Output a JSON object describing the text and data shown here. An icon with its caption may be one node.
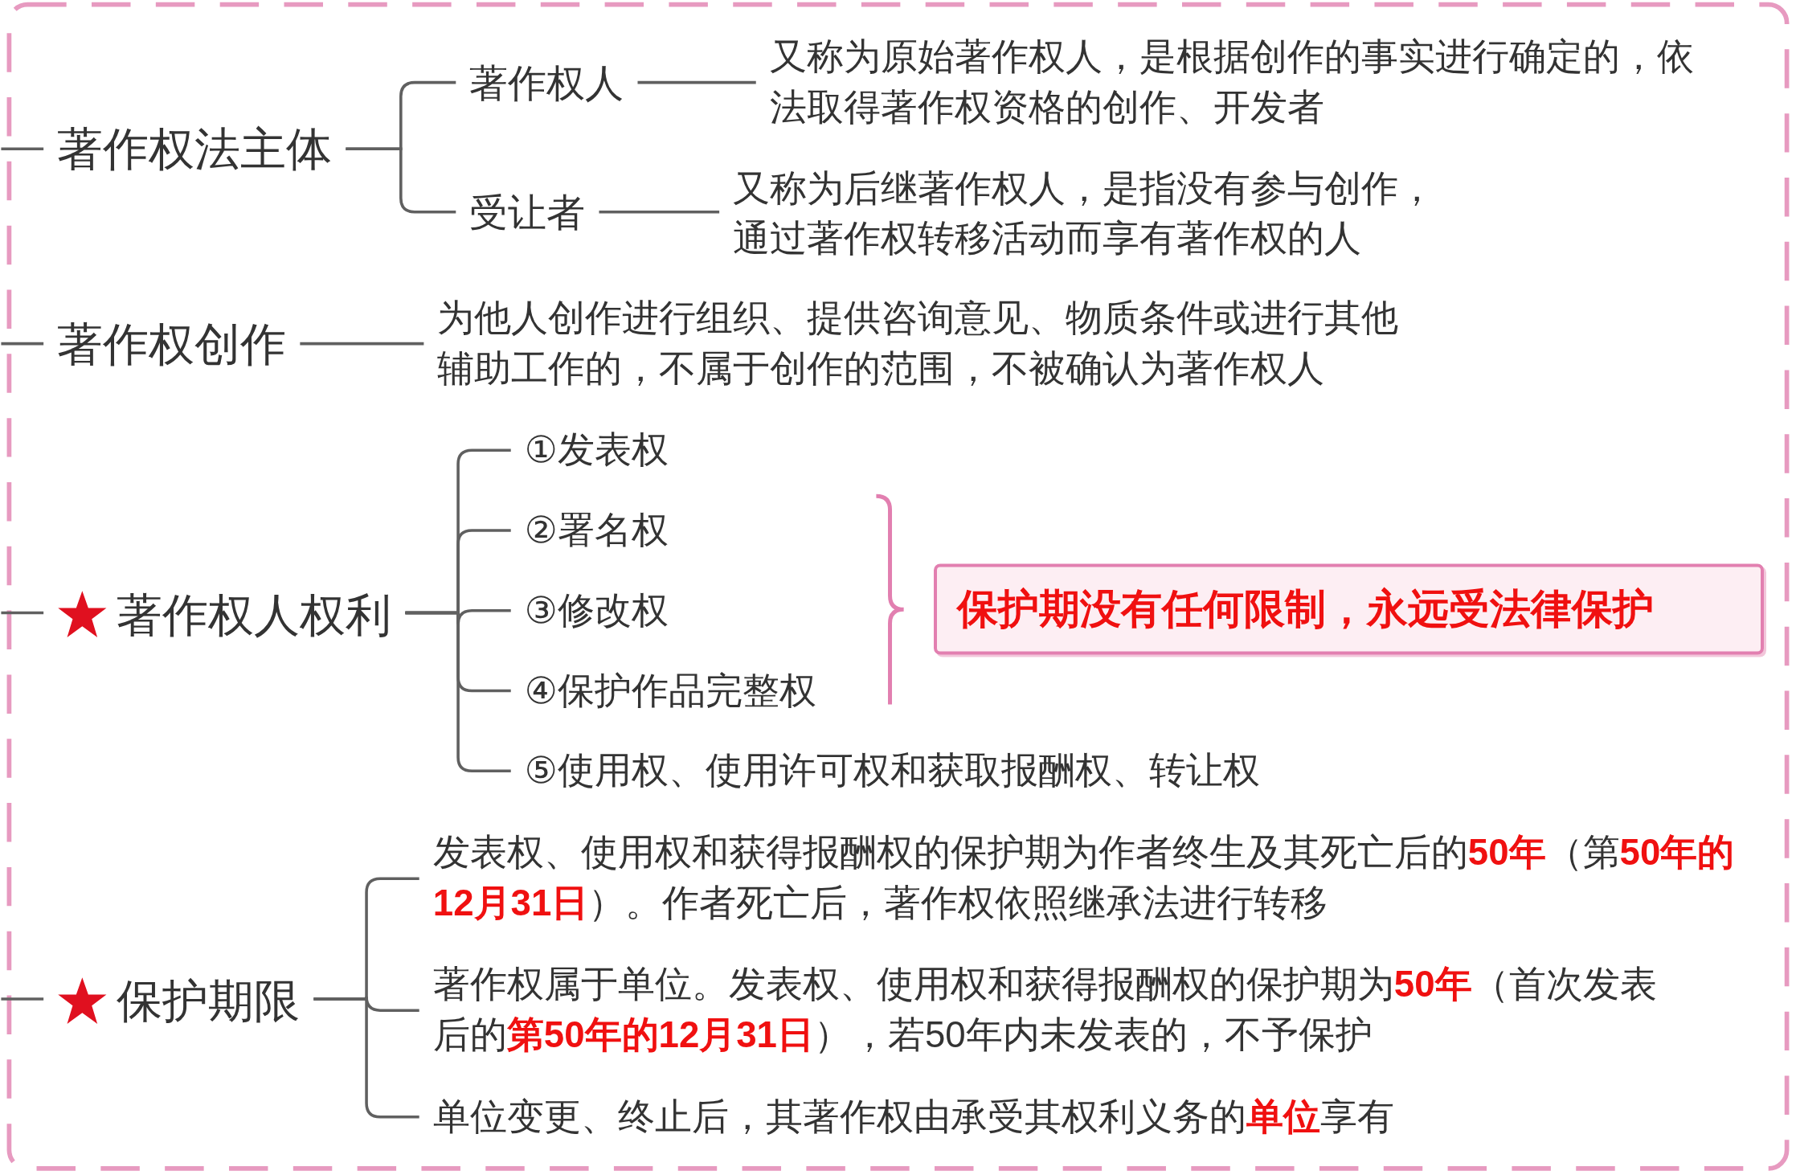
{
  "diagram": {
    "nodes": [
      {
        "text": [
          "著作权法主体"
        ]
      },
      {
        "text": [
          "著作权人"
        ]
      },
      {
        "text": [
          "又称为原始著作权人，是根据创作的事实进行确定的，依法取得著作权资格的创作、开发者"
        ]
      },
      {
        "text": [
          "受让者"
        ]
      },
      {
        "text": [
          "又称为后继著作权人，是指没有参与创作，通过著作权转移活动而享有著作权的人"
        ]
      },
      {
        "text": [
          "著作权创作"
        ]
      },
      {
        "text": [
          "为他人创作进行组织、提供咨询意见、物质条件或进行其他辅助工作的，不属于创作的范围，不被确认为著作权人"
        ]
      },
      {
        "text": [
          "著作权人权利"
        ]
      },
      {
        "text": [
          "①发表权"
        ]
      },
      {
        "text": [
          "②署名权"
        ]
      },
      {
        "text": [
          "③修改权"
        ]
      },
      {
        "text": [
          "④保护作品完整权"
        ]
      },
      {
        "text": [
          "⑤使用权、使用许可权和获取报酬权、转让权"
        ]
      },
      {
        "text": [
          "保护期没有任何限制，永远受法律保护"
        ]
      },
      {
        "text": [
          "保护期限"
        ]
      },
      {
        "text": [
          "发表权、使用权和获得报酬权的保护期为作者终生及其死亡后的**50年**（第**50年的12月31日**）。作者死亡后，著作权依照继承法进行转移"
        ]
      },
      {
        "text": [
          "著作权属于单位。发表权、使用权和获得报酬权的保护期为**50年**（首次发表后的**第50年的12月31日**），若50年内未发表的，不予保护"
        ]
      },
      {
        "text": [
          "单位变更、终止后，其著作权由承受其权利义务的**单位**享有"
        ]
      }
    ],
    "edges": [
      {
        "from": null,
        "to": 0,
        "arrow": "none"
      },
      {
        "from": null,
        "to": 5,
        "arrow": "none"
      },
      {
        "from": null,
        "to": 7,
        "arrow": "none"
      },
      {
        "from": null,
        "to": 14,
        "arrow": "none"
      },
      {
        "from": 0,
        "to": 1,
        "arrow": "none"
      },
      {
        "from": 0,
        "to": 3,
        "arrow": "none"
      },
      {
        "from": 1,
        "to": 2,
        "arrow": "none"
      },
      {
        "from": 3,
        "to": 4,
        "arrow": "none"
      },
      {
        "from": 5,
        "to": 6,
        "arrow": "none"
      },
      {
        "from": 7,
        "to": 8,
        "arrow": "none"
      },
      {
        "from": 7,
        "to": 9,
        "arrow": "none"
      },
      {
        "from": 7,
        "to": 10,
        "arrow": "none"
      },
      {
        "from": 7,
        "to": 11,
        "arrow": "none"
      },
      {
        "from": 7,
        "to": 12,
        "arrow": "none"
      },
      {
        "from": 14,
        "to": 15,
        "arrow": "none"
      },
      {
        "from": 14,
        "to": 16,
        "arrow": "none"
      },
      {
        "from": 14,
        "to": 17,
        "arrow": "none"
      }
    ]
  }
}
